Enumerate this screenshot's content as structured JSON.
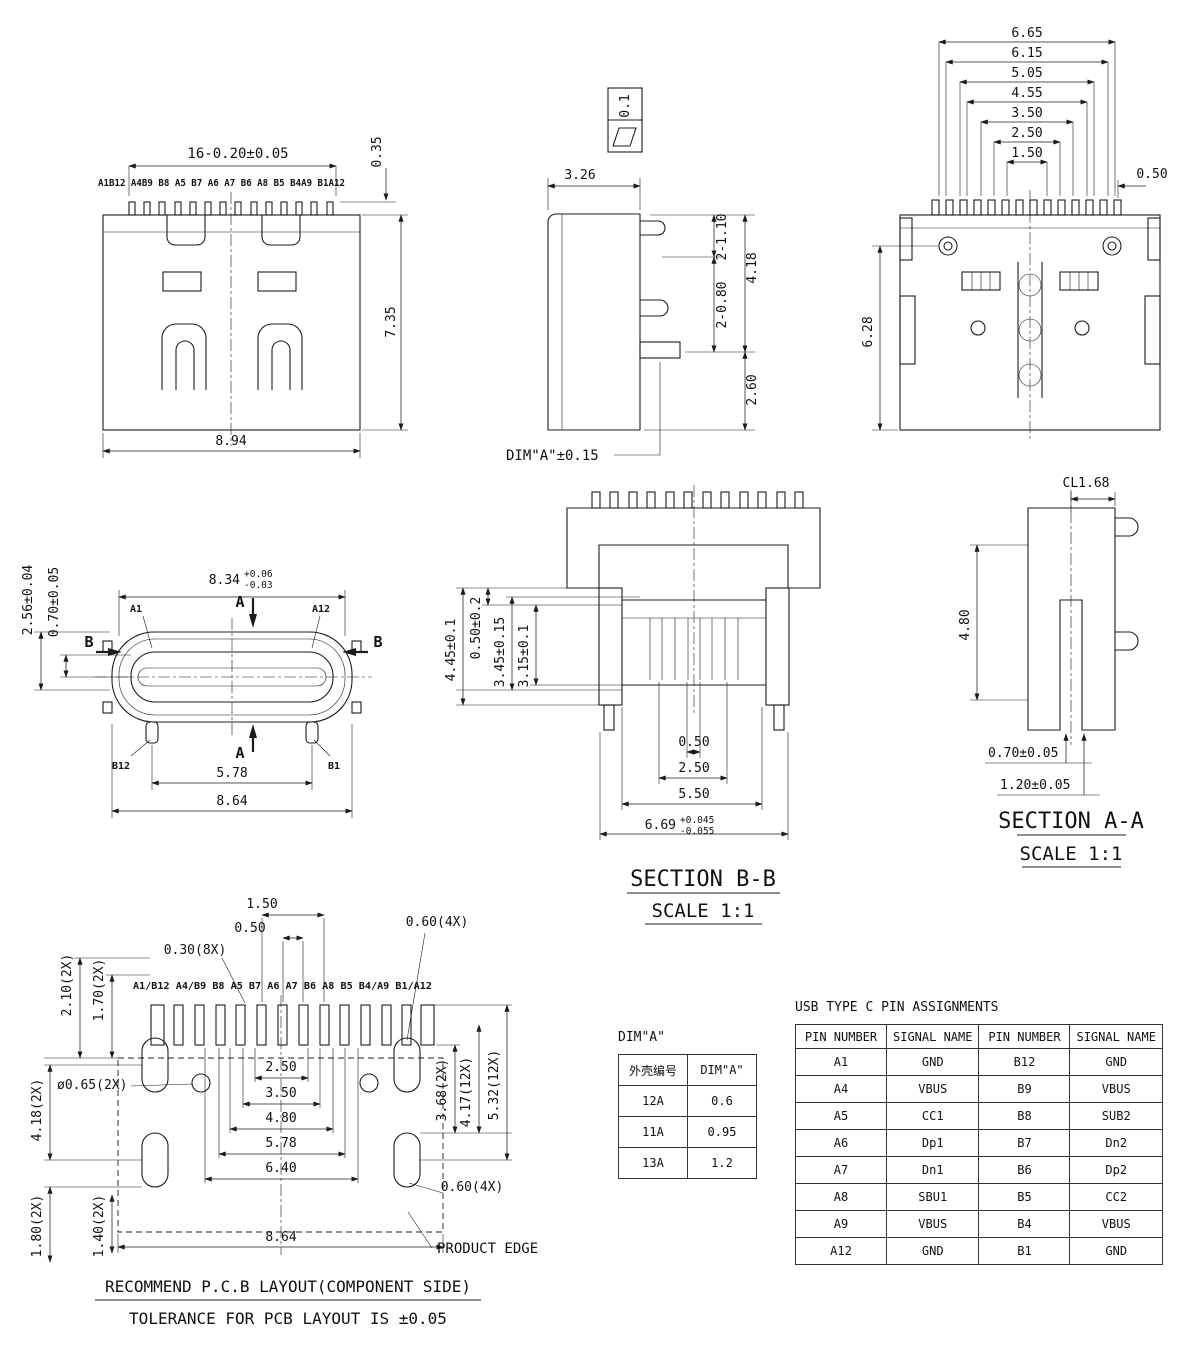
{
  "front_view": {
    "dim_pitch": "16-0.20±0.05",
    "pin_labels": [
      "A1B12",
      "A4B9",
      "B8",
      "A5",
      "B7",
      "A6",
      "A7",
      "B6",
      "A8",
      "B5",
      "B4A9",
      "B1A12"
    ],
    "dim_pin_height": "0.35",
    "dim_height": "7.35",
    "dim_width": "8.94"
  },
  "side_view": {
    "flatness_value": "0.1",
    "dim_depth": "3.26",
    "dim_top_pins": "2-1.10",
    "dim_mid_pins": "2-0.80",
    "dim_418": "4.18",
    "dim_260": "2.60",
    "dim_a_note": "DIM\"A\"±0.15"
  },
  "rear_view": {
    "stack_dims": [
      "6.65",
      "6.15",
      "5.05",
      "4.55",
      "3.50",
      "2.50",
      "1.50"
    ],
    "dim_050": "0.50",
    "dim_height": "6.28"
  },
  "top_view": {
    "dim_834": "8.34",
    "tol_834_plus": "+0.06",
    "tol_834_minus": "-0.03",
    "dim_256": "2.56±0.04",
    "dim_070": "0.70±0.05",
    "label_a1": "A1",
    "label_a12": "A12",
    "label_b12": "B12",
    "label_b1": "B1",
    "section_a": "A",
    "section_b": "B",
    "dim_578": "5.78",
    "dim_864": "8.64"
  },
  "section_bb": {
    "dim_445": "4.45±0.1",
    "dim_050_tol": "0.50±0.2",
    "dim_345": "3.45±0.15",
    "dim_315": "3.15±0.1",
    "dim_050": "0.50",
    "dim_250": "2.50",
    "dim_550": "5.50",
    "dim_669": "6.69",
    "tol_669_plus": "+0.045",
    "tol_669_minus": "-0.055",
    "title": "SECTION B-B",
    "scale": "SCALE 1:1"
  },
  "section_aa": {
    "dim_cl": "CL1.68",
    "dim_480": "4.80",
    "dim_070": "0.70±0.05",
    "dim_120": "1.20±0.05",
    "title": "SECTION A-A",
    "scale": "SCALE 1:1"
  },
  "pcb_view": {
    "dim_150": "1.50",
    "dim_050": "0.50",
    "dim_030": "0.30(8X)",
    "dim_060_top": "0.60(4X)",
    "pin_labels": [
      "A1/B12",
      "A4/B9",
      "B8",
      "A5",
      "B7",
      "A6",
      "A7",
      "B6",
      "A8",
      "B5",
      "B4/A9",
      "B1/A12"
    ],
    "dim_210": "2.10(2X)",
    "dim_170": "1.70(2X)",
    "dim_hole": "ø0.65(2X)",
    "dim_418": "4.18(2X)",
    "dim_250": "2.50",
    "dim_350": "3.50",
    "dim_480": "4.80",
    "dim_578": "5.78",
    "dim_640": "6.40",
    "dim_368": "3.68(2X)",
    "dim_417": "4.17(12X)",
    "dim_532": "5.32(12X)",
    "dim_180": "1.80(2X)",
    "dim_140": "1.40(2X)",
    "dim_060_bottom": "0.60(4X)",
    "dim_864": "8.64",
    "product_edge_label": "PRODUCT EDGE",
    "note_layout": "RECOMMEND P.C.B LAYOUT(COMPONENT SIDE)",
    "note_tolerance": "TOLERANCE FOR PCB LAYOUT IS ±0.05"
  },
  "dim_a_table": {
    "title": "DIM\"A\"",
    "headers": [
      "外壳编号",
      "DIM\"A\""
    ],
    "rows": [
      [
        "12A",
        "0.6"
      ],
      [
        "11A",
        "0.95"
      ],
      [
        "13A",
        "1.2"
      ]
    ]
  },
  "pin_table": {
    "title": "USB TYPE C PIN ASSIGNMENTS",
    "headers": [
      "PIN NUMBER",
      "SIGNAL NAME",
      "PIN NUMBER",
      "SIGNAL NAME"
    ],
    "rows": [
      [
        "A1",
        "GND",
        "B12",
        "GND"
      ],
      [
        "A4",
        "VBUS",
        "B9",
        "VBUS"
      ],
      [
        "A5",
        "CC1",
        "B8",
        "SUB2"
      ],
      [
        "A6",
        "Dp1",
        "B7",
        "Dn2"
      ],
      [
        "A7",
        "Dn1",
        "B6",
        "Dp2"
      ],
      [
        "A8",
        "SBU1",
        "B5",
        "CC2"
      ],
      [
        "A9",
        "VBUS",
        "B4",
        "VBUS"
      ],
      [
        "A12",
        "GND",
        "B1",
        "GND"
      ]
    ]
  }
}
